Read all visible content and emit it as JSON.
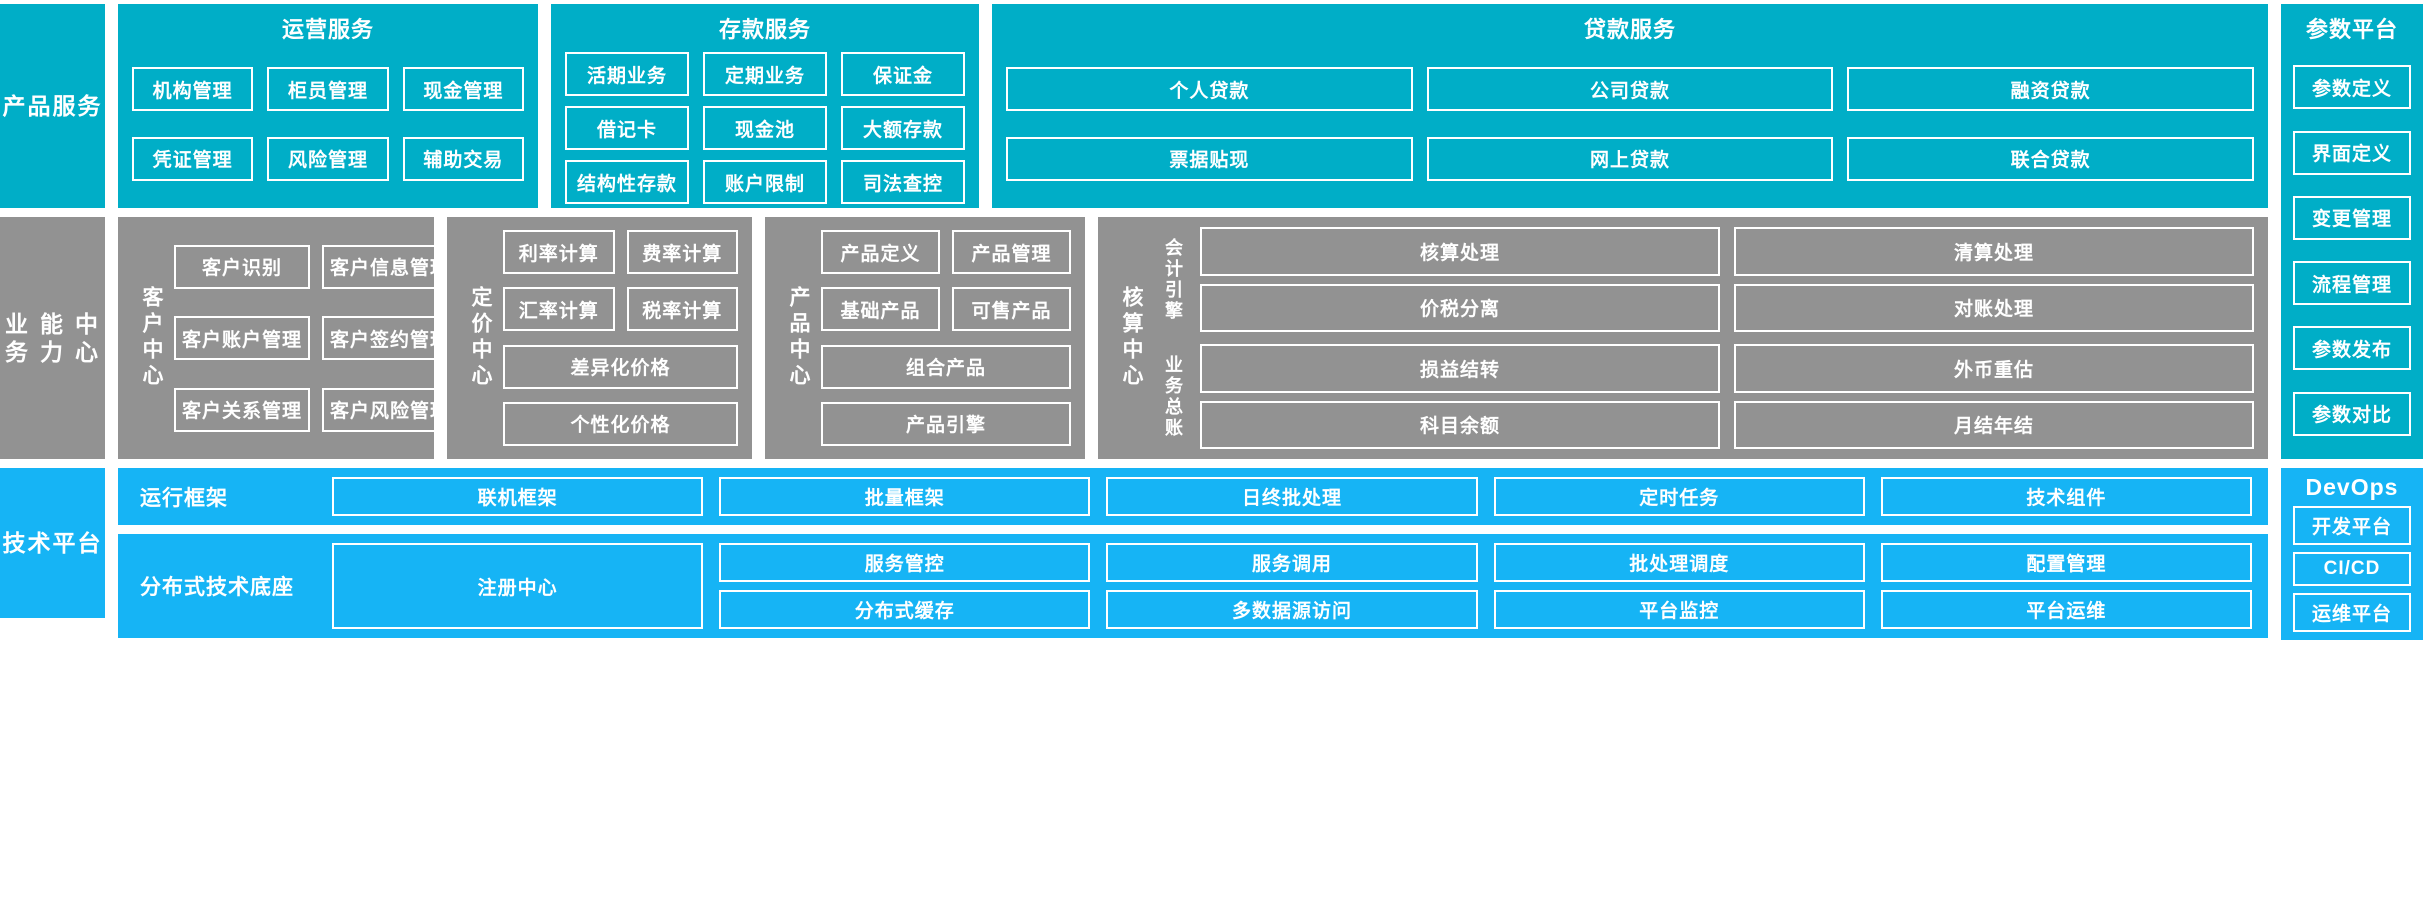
{
  "colors": {
    "cyan": "#00aec7",
    "gray": "#929292",
    "blue": "#16b4f5",
    "border": "#ffffff",
    "text": "#ffffff"
  },
  "rows": {
    "products": {
      "rail_label": "产品\n服务",
      "panels": [
        {
          "title": "运营服务",
          "items": [
            "机构管理",
            "柜员管理",
            "现金管理",
            "凭证管理",
            "风险管理",
            "辅助交易"
          ]
        },
        {
          "title": "存款服务",
          "items": [
            "活期业务",
            "定期业务",
            "保证金",
            "借记卡",
            "现金池",
            "大额存款",
            "结构性存款",
            "账户限制",
            "司法查控"
          ]
        },
        {
          "title": "贷款服务",
          "items": [
            "个人贷款",
            "公司贷款",
            "融资贷款",
            "票据贴现",
            "网上贷款",
            "联合贷款"
          ]
        }
      ]
    },
    "business": {
      "rail_label": "业务\n能力\n中心",
      "centers": [
        {
          "label": "客户中心",
          "items": [
            "客户识别",
            "客户信息管理",
            "客户账户管理",
            "客户签约管理",
            "客户关系管理",
            "客户风险管理"
          ],
          "wide_items": []
        },
        {
          "label": "定价中心",
          "items": [
            "利率计算",
            "费率计算",
            "汇率计算",
            "税率计算"
          ],
          "wide_items": [
            "差异化价格",
            "个性化价格"
          ]
        },
        {
          "label": "产品中心",
          "items": [
            "产品定义",
            "产品管理",
            "基础产品",
            "可售产品"
          ],
          "wide_items": [
            "组合产品",
            "产品引擎"
          ]
        },
        {
          "label": "核算中心",
          "groups": [
            {
              "label": "会计引擎",
              "items": [
                "核算处理",
                "清算处理",
                "价税分离",
                "对账处理"
              ]
            },
            {
              "label": "业务总账",
              "items": [
                "损益结转",
                "外币重估",
                "科目余额",
                "月结年结"
              ]
            }
          ]
        }
      ]
    },
    "tech": {
      "rail_label": "技术\n平台",
      "run_framework": {
        "label": "运行框架",
        "items": [
          "联机框架",
          "批量框架",
          "日终批处理",
          "定时任务",
          "技术组件"
        ]
      },
      "base": {
        "label": "分布式技术底座",
        "primary": "注册中心",
        "items": [
          "服务管控",
          "服务调用",
          "批处理调度",
          "配置管理",
          "分布式缓存",
          "多数据源访问",
          "平台监控",
          "平台运维"
        ]
      }
    }
  },
  "right_column": {
    "params": {
      "title": "参数平台",
      "items": [
        "参数定义",
        "界面定义",
        "变更管理",
        "流程管理",
        "参数发布",
        "参数对比"
      ]
    },
    "devops": {
      "title": "DevOps",
      "items": [
        "开发平台",
        "CI/CD",
        "运维平台"
      ]
    }
  }
}
